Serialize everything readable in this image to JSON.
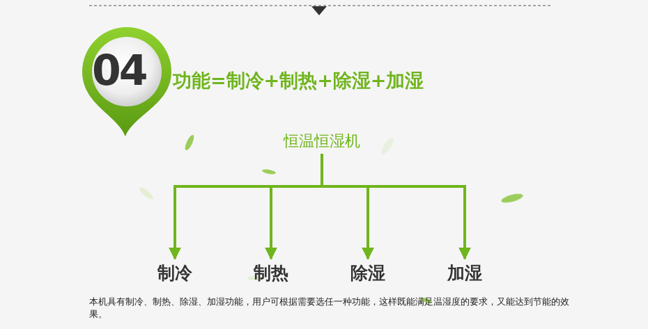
{
  "diagram": {
    "title": "功能=制冷+制热+除湿+加湿",
    "caption": "本机具有制冷、制热、除湿、加湿功能，用户可根据需要选任一种功能，这样既能满足温湿度的要求，又能达到节能的效果。",
    "nodes": [
      {
        "text": [
          "恒温恒湿机"
        ]
      },
      {
        "text": [
          "制冷"
        ]
      },
      {
        "text": [
          "制热"
        ]
      },
      {
        "text": [
          "除湿"
        ]
      },
      {
        "text": [
          "加湿"
        ]
      }
    ],
    "edges": [
      {
        "from": 0,
        "to": 1,
        "arrow": "to"
      },
      {
        "from": 0,
        "to": 2,
        "arrow": "to"
      },
      {
        "from": 0,
        "to": 3,
        "arrow": "to"
      },
      {
        "from": 0,
        "to": 4,
        "arrow": "to"
      }
    ],
    "labels": [
      "04"
    ]
  }
}
